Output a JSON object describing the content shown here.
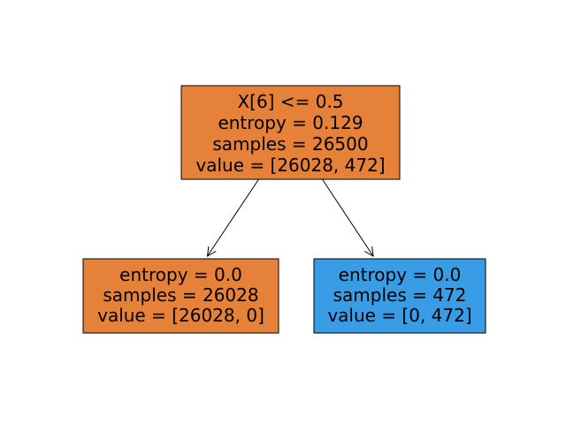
{
  "tree": {
    "nodes": [
      {
        "id": "root",
        "lines": [
          "X[6] <= 0.5",
          "entropy = 0.129",
          "samples = 26500",
          "value = [26028, 472]"
        ],
        "fill": "#e58139"
      },
      {
        "id": "left",
        "lines": [
          "entropy = 0.0",
          "samples = 26028",
          "value = [26028, 0]"
        ],
        "fill": "#e58139"
      },
      {
        "id": "right",
        "lines": [
          "entropy = 0.0",
          "samples = 472",
          "value = [0, 472]"
        ],
        "fill": "#399de5"
      }
    ],
    "edges": [
      {
        "from": "root",
        "to": "left"
      },
      {
        "from": "root",
        "to": "right"
      }
    ]
  }
}
